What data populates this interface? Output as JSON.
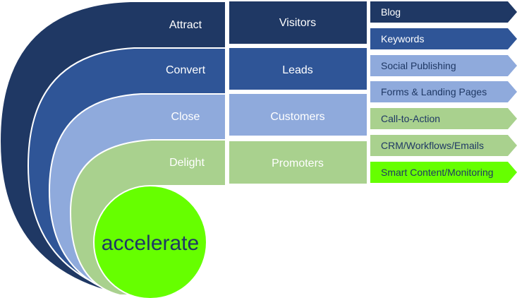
{
  "stages": [
    {
      "label": "Attract",
      "color": "#1f3864",
      "text_color": "#ffffff"
    },
    {
      "label": "Convert",
      "color": "#2f5597",
      "text_color": "#ffffff"
    },
    {
      "label": "Close",
      "color": "#8faadc",
      "text_color": "#ffffff"
    },
    {
      "label": "Delight",
      "color": "#a9d18e",
      "text_color": "#ffffff"
    }
  ],
  "outcomes": [
    {
      "label": "Visitors",
      "color": "#1f3864",
      "text_color": "#ffffff"
    },
    {
      "label": "Leads",
      "color": "#2f5597",
      "text_color": "#ffffff"
    },
    {
      "label": "Customers",
      "color": "#8faadc",
      "text_color": "#ffffff"
    },
    {
      "label": "Promoters",
      "color": "#a9d18e",
      "text_color": "#ffffff"
    }
  ],
  "tools": [
    {
      "label": "Blog",
      "color": "#1f3864",
      "text_color": "#ffffff"
    },
    {
      "label": "Keywords",
      "color": "#2f5597",
      "text_color": "#ffffff"
    },
    {
      "label": "Social Publishing",
      "color": "#8faadc",
      "text_color": "#1f3864"
    },
    {
      "label": "Forms & Landing Pages",
      "color": "#8faadc",
      "text_color": "#1f3864"
    },
    {
      "label": "Call-to-Action",
      "color": "#a9d18e",
      "text_color": "#1f3864"
    },
    {
      "label": "CRM/Workflows/Emails",
      "color": "#a9d18e",
      "text_color": "#1f3864"
    },
    {
      "label": "Smart Content/Monitoring",
      "color": "#66ff00",
      "text_color": "#1f3864"
    }
  ],
  "center": {
    "label": "accelerate",
    "color": "#66ff00",
    "text_color": "#1f3864"
  }
}
